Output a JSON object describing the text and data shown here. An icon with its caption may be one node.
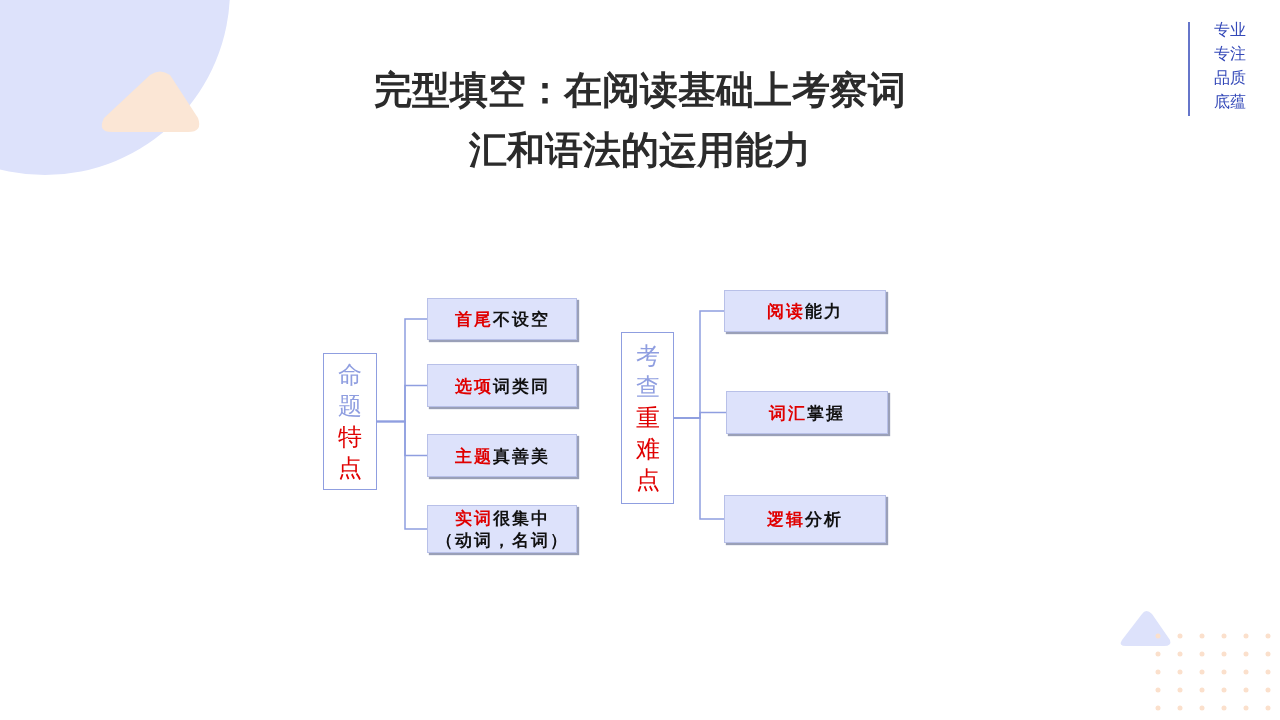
{
  "diagram": {
    "title": "完型填空：在阅读基础上考察词汇和语法的运用能力",
    "nodes": [
      {
        "text": [
          "命题",
          "特点"
        ]
      },
      {
        "text": [
          "首尾",
          "不设空"
        ]
      },
      {
        "text": [
          "选项",
          "词类同"
        ]
      },
      {
        "text": [
          "主题",
          "真善美"
        ]
      },
      {
        "text": [
          "实词",
          "很集中（动词，名词）"
        ]
      },
      {
        "text": [
          "考查",
          "重难点"
        ]
      },
      {
        "text": [
          "阅读",
          "能力"
        ]
      },
      {
        "text": [
          "词汇",
          "掌握"
        ]
      },
      {
        "text": [
          "逻辑",
          "分析"
        ]
      }
    ],
    "edges": [
      {
        "from": 0,
        "to": 1,
        "arrow": "none"
      },
      {
        "from": 0,
        "to": 2,
        "arrow": "none"
      },
      {
        "from": 0,
        "to": 3,
        "arrow": "none"
      },
      {
        "from": 0,
        "to": 4,
        "arrow": "none"
      },
      {
        "from": 5,
        "to": 6,
        "arrow": "none"
      },
      {
        "from": 5,
        "to": 7,
        "arrow": "none"
      },
      {
        "from": 5,
        "to": 8,
        "arrow": "none"
      }
    ],
    "labels": [
      "专业",
      "专注",
      "品质",
      "底蕴"
    ]
  }
}
